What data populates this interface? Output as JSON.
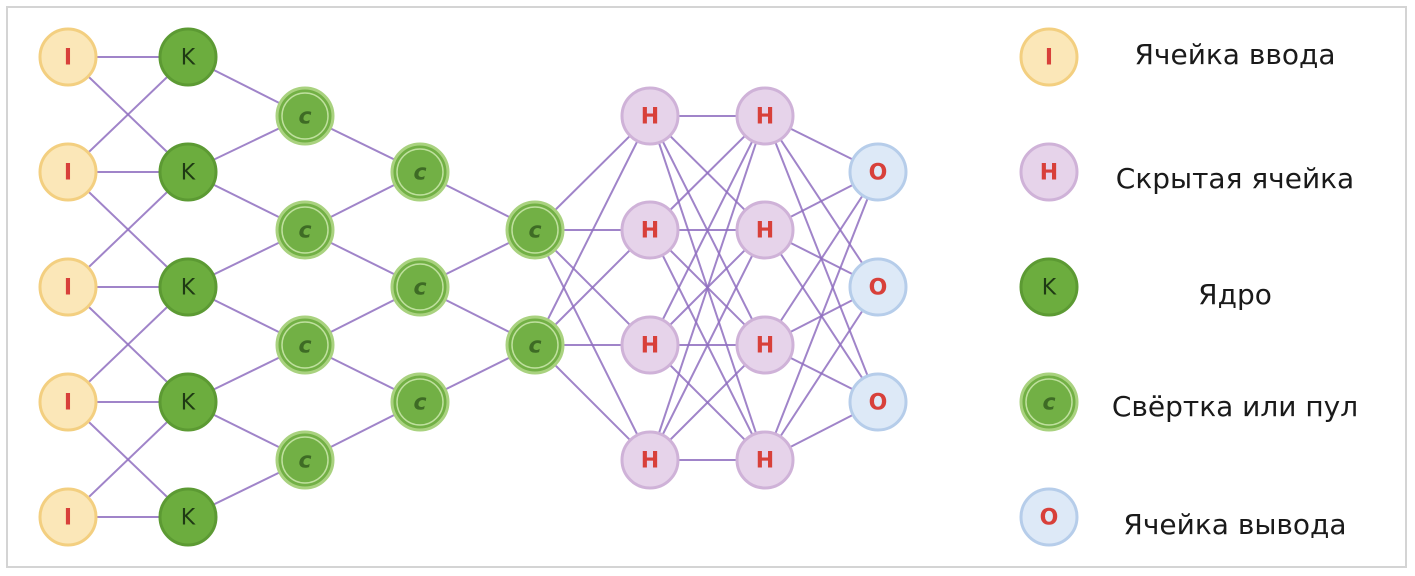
{
  "colors": {
    "edge": "#8f6fbf",
    "input": {
      "fill": "#fbe7b8",
      "stroke": "#f3cf80",
      "text": "#d8403a"
    },
    "hidden": {
      "fill": "#e6d3ea",
      "stroke": "#cfb2d8",
      "text": "#d8403a"
    },
    "kernel": {
      "fill": "#6cad3e",
      "stroke": "#5c9a33",
      "text": "#1f3a14"
    },
    "conv": {
      "fill": "#72b045",
      "stroke": "#a9d27f",
      "text": "#3e6b25"
    },
    "output": {
      "fill": "#dde9f7",
      "stroke": "#b6cdea",
      "text": "#d8403a"
    }
  },
  "layers": [
    {
      "name": "input",
      "letter": "I",
      "count": 5
    },
    {
      "name": "kernel",
      "letter": "K",
      "count": 5
    },
    {
      "name": "conv",
      "letter": "c",
      "count": 4
    },
    {
      "name": "conv",
      "letter": "c",
      "count": 3
    },
    {
      "name": "conv",
      "letter": "c",
      "count": 2
    },
    {
      "name": "hidden",
      "letter": "H",
      "count": 4
    },
    {
      "name": "hidden",
      "letter": "H",
      "count": 4
    },
    {
      "name": "output",
      "letter": "O",
      "count": 3
    }
  ],
  "legend": [
    {
      "type": "input",
      "letter": "I",
      "label": "Ячейка ввода"
    },
    {
      "type": "hidden",
      "letter": "H",
      "label": "Скрытая ячейка"
    },
    {
      "type": "kernel",
      "letter": "K",
      "label": "Ядро"
    },
    {
      "type": "conv",
      "letter": "c",
      "label": "Свёртка или пул"
    },
    {
      "type": "output",
      "letter": "O",
      "label": "Ячейка вывода"
    }
  ]
}
